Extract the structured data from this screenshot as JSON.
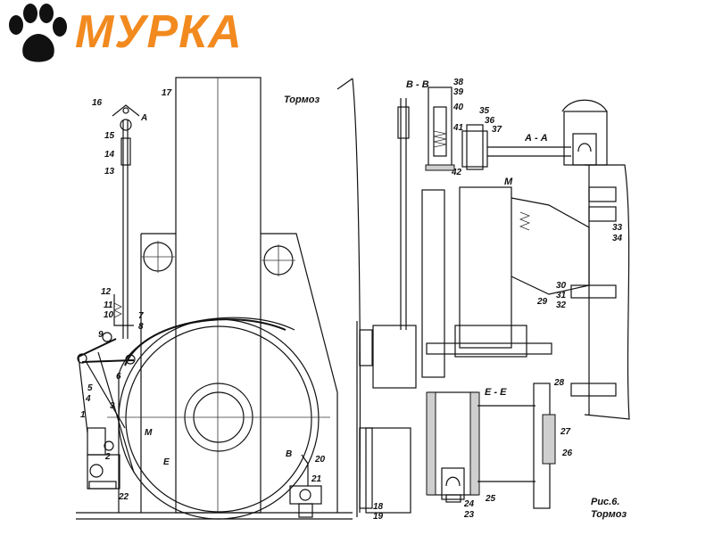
{
  "logo": {
    "text": "МУРКА",
    "color": "#f28a1f",
    "icon": "paw-icon"
  },
  "labels": {
    "title_top": "Тормоз",
    "caption_fig": "Рис.6.",
    "caption_name": "Тормоз",
    "section_bb": "В - В",
    "section_aa": "А - А",
    "section_ee": "Е - Е",
    "view_m": "М",
    "mark_a": "А",
    "mark_m": "М",
    "mark_e": "Е",
    "mark_b": "В"
  },
  "parts": [
    "1",
    "2",
    "3",
    "4",
    "5",
    "6",
    "7",
    "8",
    "9",
    "10",
    "11",
    "12",
    "13",
    "14",
    "15",
    "16",
    "17",
    "18",
    "19",
    "20",
    "21",
    "22",
    "23",
    "24",
    "25",
    "26",
    "27",
    "28",
    "29",
    "30",
    "31",
    "32",
    "33",
    "34",
    "35",
    "36",
    "37",
    "38",
    "39",
    "40",
    "41",
    "42"
  ]
}
